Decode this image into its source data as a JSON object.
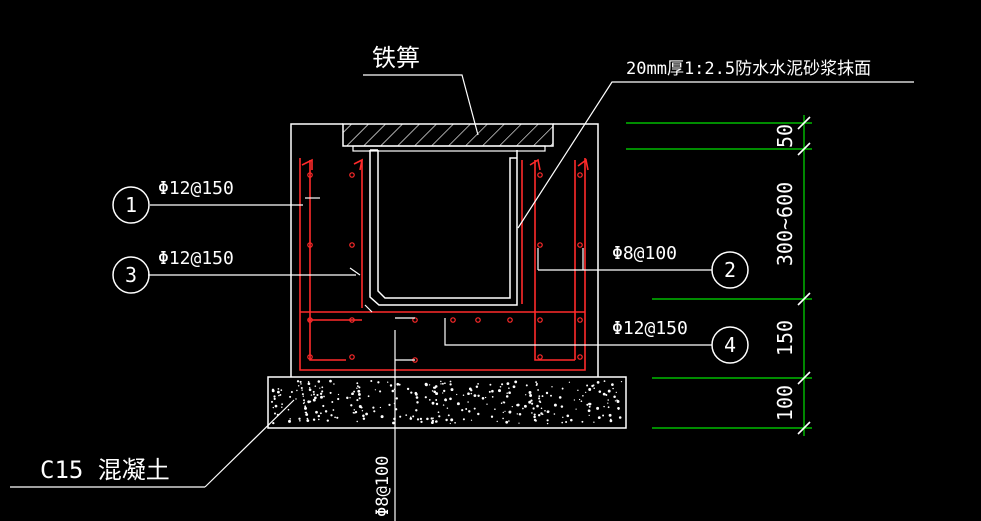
{
  "labels": {
    "grate": "铁箅",
    "plaster": "20mm厚1:2.5防水水泥砂浆抹面",
    "concrete": "C15 混凝土",
    "bottom_rebar": "Φ8@100"
  },
  "callouts": [
    {
      "num": "1",
      "text": "Φ12@150"
    },
    {
      "num": "3",
      "text": "Φ12@150"
    },
    {
      "num": "2",
      "text": "Φ8@100"
    },
    {
      "num": "4",
      "text": "Φ12@150"
    }
  ],
  "dimensions": [
    "50",
    "300~600",
    "150",
    "100"
  ],
  "colors": {
    "background": "#000000",
    "outline": "#ffffff",
    "rebar": "#ff2a2a",
    "dimension": "#00e000"
  }
}
